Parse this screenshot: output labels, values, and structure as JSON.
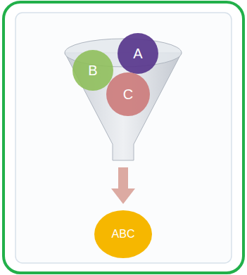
{
  "diagram": {
    "nodes": [
      {
        "text": [
          "B"
        ]
      },
      {
        "text": [
          "A"
        ]
      },
      {
        "text": [
          "C"
        ]
      },
      {
        "text": [
          "ABC"
        ]
      }
    ]
  }
}
